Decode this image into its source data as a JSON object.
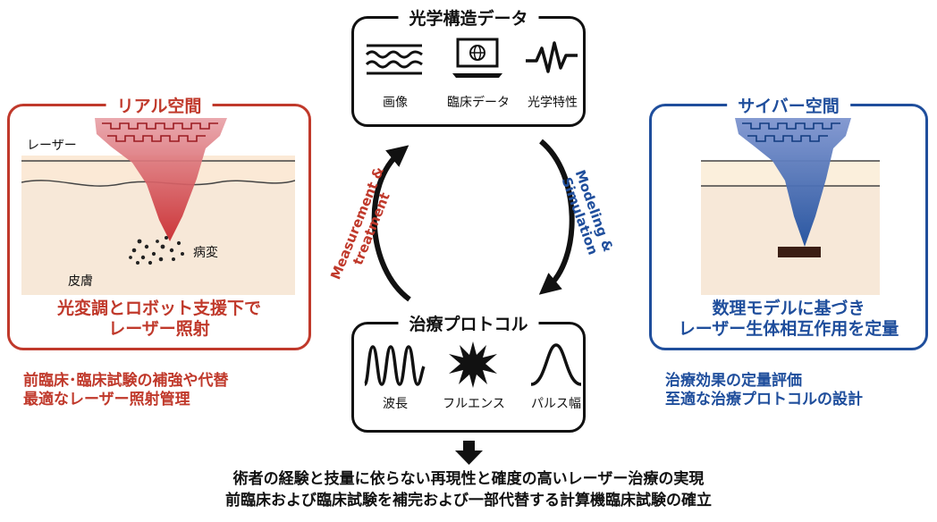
{
  "top_box": {
    "title": "光学構造データ",
    "items": [
      {
        "label": "画像",
        "icon": "wave-lines-icon"
      },
      {
        "label": "臨床データ",
        "icon": "laptop-globe-icon"
      },
      {
        "label": "光学特性",
        "icon": "signal-wave-icon"
      }
    ]
  },
  "bottom_box": {
    "title": "治療プロトコル",
    "items": [
      {
        "label": "波長",
        "icon": "sine-wave-icon"
      },
      {
        "label": "フルエンス",
        "icon": "burst-icon"
      },
      {
        "label": "パルス幅",
        "icon": "pulse-icon"
      }
    ]
  },
  "real_space": {
    "title": "リアル空間",
    "laser_label": "レーザー",
    "lesion_label": "病変",
    "skin_label": "皮膚",
    "caption_line1": "光変調とロボット支援下で",
    "caption_line2": "レーザー照射",
    "below_line1": "前臨床･臨床試験の補強や代替",
    "below_line2": "最適なレーザー照射管理"
  },
  "cyber_space": {
    "title": "サイバー空間",
    "caption_line1": "数理モデルに基づき",
    "caption_line2": "レーザー生体相互作用を定量",
    "below_line1": "治療効果の定量評価",
    "below_line2": "至適な治療プロトコルの設計"
  },
  "left_arrow": {
    "line1": "Measurement &",
    "line2": "treatment"
  },
  "right_arrow": {
    "line1": "Modeling &",
    "line2": "Simulation"
  },
  "conclusion": {
    "line1": "術者の経験と技量に依らない再現性と確度の高いレーザー治療の実現",
    "line2": "前臨床および臨床試験を補完および一部代替する計算機臨床試験の確立"
  },
  "colors": {
    "red": "#c0392b",
    "blue": "#1f4e9c",
    "black": "#111111"
  }
}
